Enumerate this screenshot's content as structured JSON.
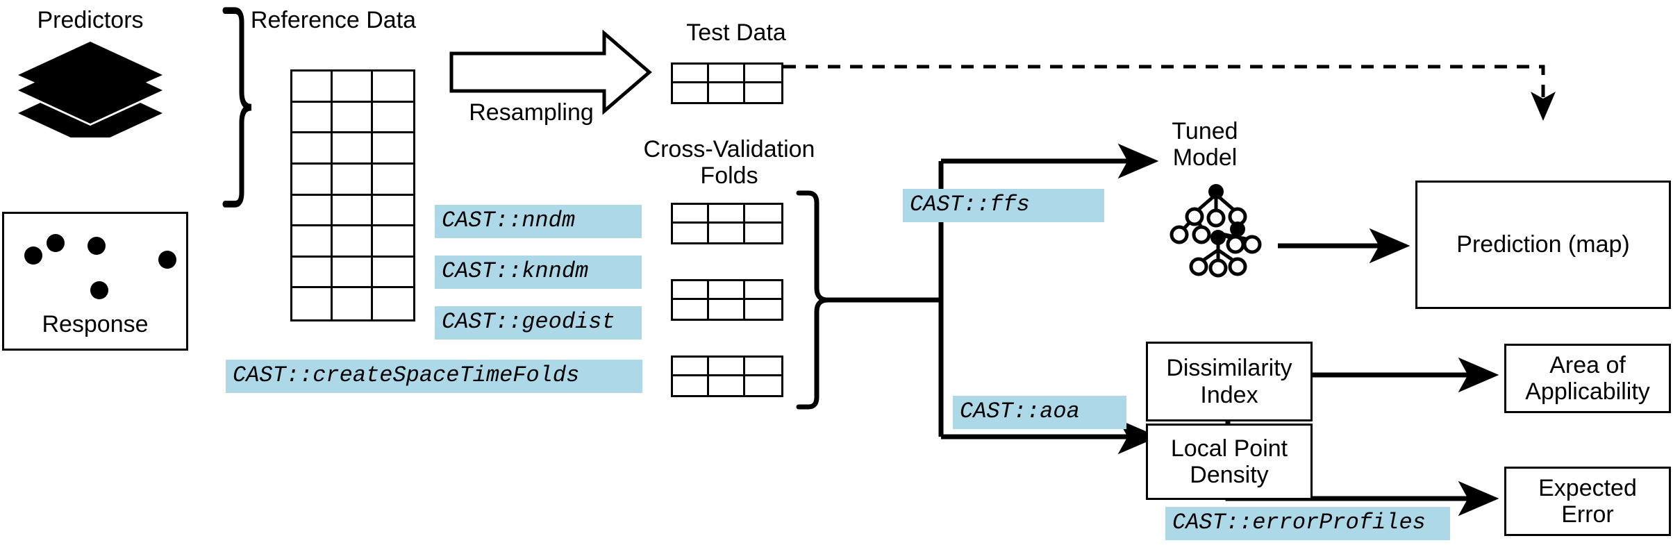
{
  "diagram": {
    "title": "CAST package workflow",
    "accent_color": "#ADD8E8",
    "line_color": "#000000",
    "background": "#FFFFFF"
  },
  "inputs": {
    "predictors_label": "Predictors",
    "predictors_icon": "layers-icon",
    "response_label": "Response",
    "response_icon": "scatter-points-icon"
  },
  "reference": {
    "title": "Reference Data",
    "table": {
      "columns": 3,
      "rows": 8
    }
  },
  "resampling": {
    "label": "Resampling",
    "icon": "block-arrow-right-icon"
  },
  "test": {
    "title": "Test Data",
    "table": {
      "columns": 3,
      "rows": 2
    }
  },
  "folds": {
    "title": "Cross-Validation\nFolds",
    "count": 3,
    "table": {
      "columns": 3,
      "rows": 2
    }
  },
  "cast_functions": {
    "nndm": "CAST::nndm",
    "knndm": "CAST::knndm",
    "geodist": "CAST::geodist",
    "createSpaceTimeFolds": "CAST::createSpaceTimeFolds",
    "ffs": "CAST::ffs",
    "aoa": "CAST::aoa",
    "errorProfiles": "CAST::errorProfiles"
  },
  "model": {
    "title": "Tuned\nModel",
    "icon": "decision-tree-icon"
  },
  "outputs": {
    "prediction": "Prediction (map)",
    "dissimilarity_index": "Dissimilarity\nIndex",
    "local_point_density": "Local Point\nDensity",
    "area_of_applicability": "Area of\nApplicability",
    "expected_error": "Expected\nError"
  }
}
